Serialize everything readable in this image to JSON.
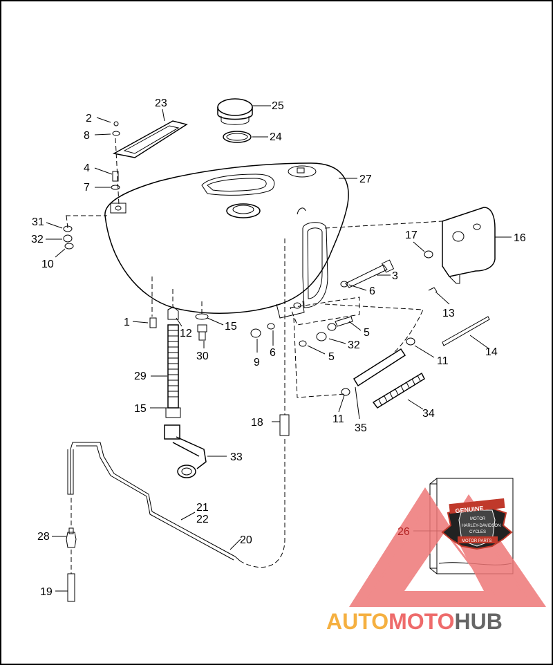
{
  "callouts": [
    {
      "id": "c2",
      "label": "2"
    },
    {
      "id": "c8",
      "label": "8"
    },
    {
      "id": "c23",
      "label": "23"
    },
    {
      "id": "c25",
      "label": "25"
    },
    {
      "id": "c24",
      "label": "24"
    },
    {
      "id": "c4",
      "label": "4"
    },
    {
      "id": "c7",
      "label": "7"
    },
    {
      "id": "c27",
      "label": "27"
    },
    {
      "id": "c31",
      "label": "31"
    },
    {
      "id": "c32a",
      "label": "32"
    },
    {
      "id": "c10",
      "label": "10"
    },
    {
      "id": "c17",
      "label": "17"
    },
    {
      "id": "c16",
      "label": "16"
    },
    {
      "id": "c3",
      "label": "3"
    },
    {
      "id": "c6a",
      "label": "6"
    },
    {
      "id": "c13",
      "label": "13"
    },
    {
      "id": "c1",
      "label": "1"
    },
    {
      "id": "c12",
      "label": "12"
    },
    {
      "id": "c15a",
      "label": "15"
    },
    {
      "id": "c5a",
      "label": "5"
    },
    {
      "id": "c32b",
      "label": "32"
    },
    {
      "id": "c14",
      "label": "14"
    },
    {
      "id": "c9",
      "label": "9"
    },
    {
      "id": "c6b",
      "label": "6"
    },
    {
      "id": "c5b",
      "label": "5"
    },
    {
      "id": "c30",
      "label": "30"
    },
    {
      "id": "c11a",
      "label": "11"
    },
    {
      "id": "c29",
      "label": "29"
    },
    {
      "id": "c15b",
      "label": "15"
    },
    {
      "id": "c18",
      "label": "18"
    },
    {
      "id": "c11b",
      "label": "11"
    },
    {
      "id": "c35",
      "label": "35"
    },
    {
      "id": "c34",
      "label": "34"
    },
    {
      "id": "c33",
      "label": "33"
    },
    {
      "id": "c21",
      "label": "21"
    },
    {
      "id": "c22",
      "label": "22"
    },
    {
      "id": "c20",
      "label": "20"
    },
    {
      "id": "c28",
      "label": "28"
    },
    {
      "id": "c19",
      "label": "19"
    },
    {
      "id": "c26",
      "label": "26"
    }
  ],
  "badge": {
    "line1": "GENUINE",
    "line2": "MOTOR",
    "line3": "HARLEY-DAVIDSON",
    "line4": "CYCLES",
    "line5": "MOTOR PARTS"
  },
  "watermark": {
    "part1": "AUTO",
    "part2": "MOTO",
    "part3": "HUB"
  },
  "colors": {
    "watermark_orange": "#f5b041",
    "watermark_red": "#ee6b6b",
    "watermark_gray": "#666666",
    "badge_dark": "#222222",
    "badge_red": "#c0392b"
  }
}
